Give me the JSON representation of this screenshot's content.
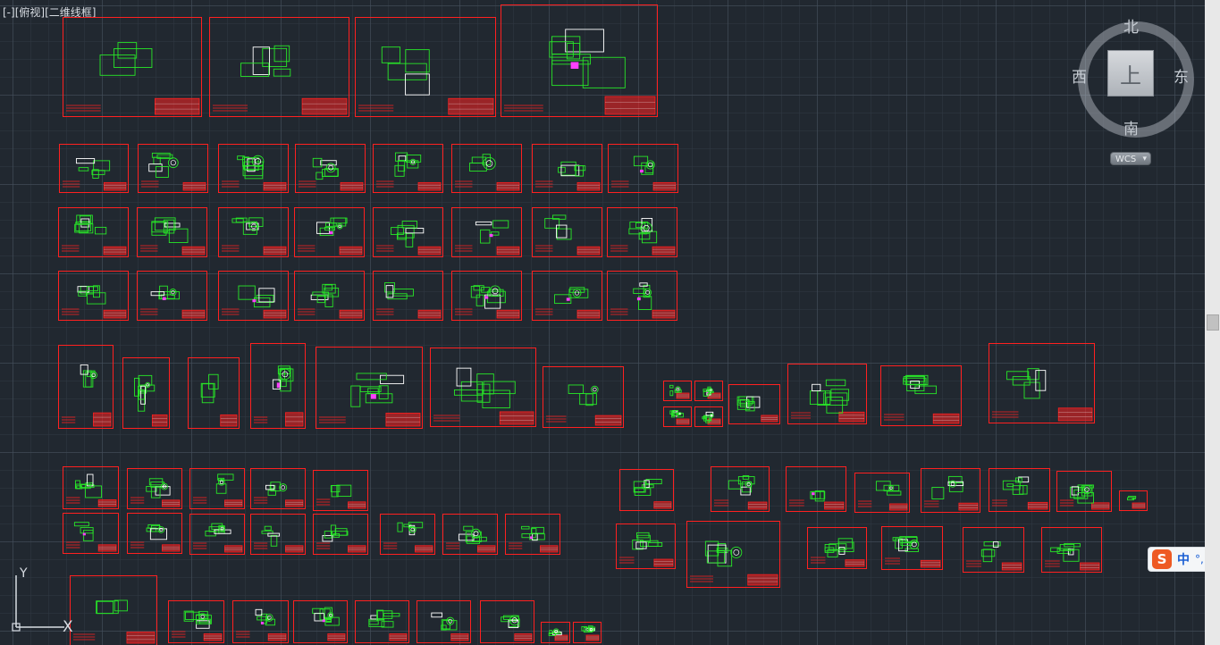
{
  "viewport": {
    "controls": "[-]",
    "view": "[俯视]",
    "visual_style": "[二维线框]"
  },
  "viewcube": {
    "north": "北",
    "south": "南",
    "east": "东",
    "west": "西",
    "face": "上",
    "coord_system": "WCS"
  },
  "ime": {
    "logo": "S",
    "language": "中",
    "punct": "°,"
  },
  "ucs": {
    "y_label": "Y",
    "x_label": "X"
  },
  "colors": {
    "frame": "#ff2020",
    "geometry": "#28e628",
    "highlight": "#ffffff",
    "accent": "#ff40ff",
    "background": "#212830"
  }
}
